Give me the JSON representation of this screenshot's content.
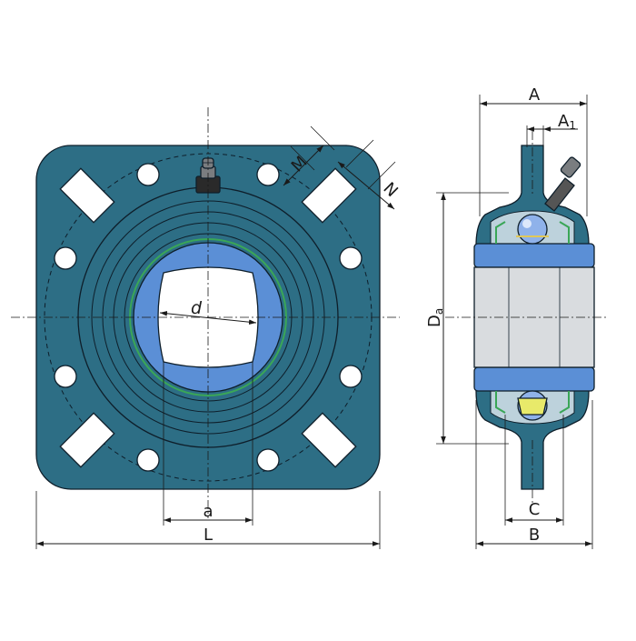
{
  "colors": {
    "housing": "#2d6e85",
    "housing_dark": "#1f5569",
    "insert_ring": "#5b8fd6",
    "bore": "#ffffff",
    "ring_gray": "#d9dcdf",
    "seal_green": "#3aa657",
    "ball_yellow": "#e8ea6a",
    "grease_fitting": "#7a7d80"
  },
  "icons": {
    "grease_fitting": "grease-nipple-icon",
    "bolt_hole": "circle-hole-icon",
    "slot": "rectangular-slot-icon"
  },
  "labels": {
    "d": "d",
    "a": "a",
    "L": "L",
    "M": "M",
    "N": "N",
    "A": "A",
    "A1_main": "A",
    "A1_sub": "1",
    "Da_main": "D",
    "Da_sub": "a",
    "C": "C",
    "B": "B"
  }
}
